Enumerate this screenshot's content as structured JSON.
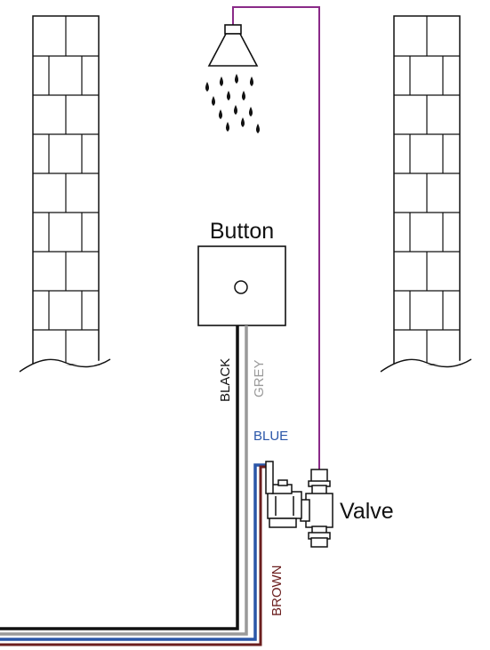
{
  "labels": {
    "button": "Button",
    "valve": "Valve",
    "black": "BLACK",
    "grey": "GREY",
    "blue": "BLUE",
    "brown": "BROWN"
  },
  "colors": {
    "black_wire": "#111111",
    "grey_wire": "#9a9a9a",
    "blue_wire": "#2a56a8",
    "brown_wire": "#6b1e1e",
    "purple_pipe": "#8a2a88",
    "outline": "#111111"
  },
  "icons": {
    "shower": "shower-head-icon",
    "water": "water-drop-icon",
    "button": "push-button-icon",
    "valve": "solenoid-valve-icon",
    "wall": "brick-wall-icon"
  }
}
